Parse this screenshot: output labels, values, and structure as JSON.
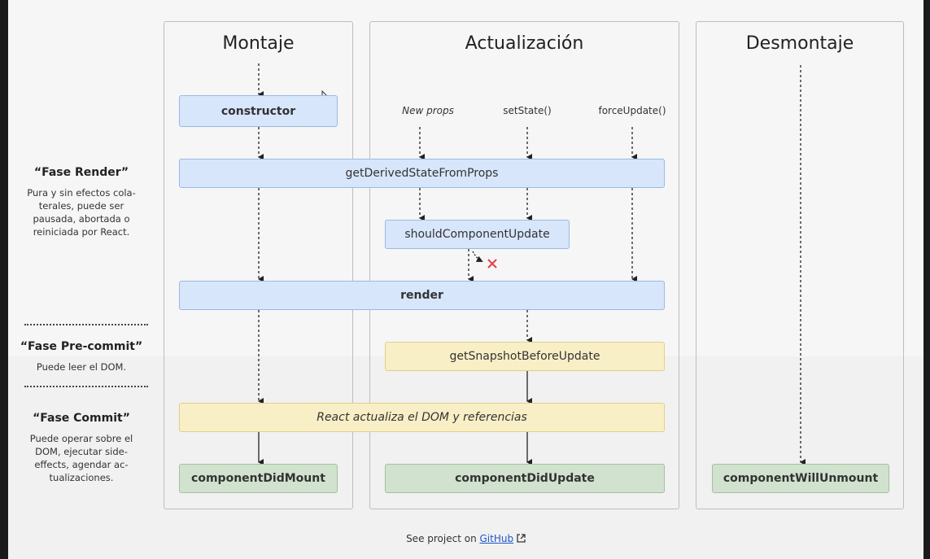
{
  "columns": {
    "mount": "Montaje",
    "update": "Actualización",
    "unmount": "Desmontaje"
  },
  "phases": {
    "render": {
      "title": "“Fase Render”",
      "desc": "Pura y sin efectos cola-\nterales, puede ser\npausada, abortada o\nreiniciada por React."
    },
    "precommit": {
      "title": "“Fase Pre-commit”",
      "desc": "Puede leer el DOM."
    },
    "commit": {
      "title": "“Fase Commit”",
      "desc": "Puede operar sobre el\nDOM, ejecutar side-\neffects, agendar ac-\ntualizaciones."
    }
  },
  "triggers": {
    "new_props": "New props",
    "set_state": "setState()",
    "force_update": "forceUpdate()"
  },
  "nodes": {
    "constructor": "constructor",
    "get_derived": "getDerivedStateFromProps",
    "should_update": "shouldComponentUpdate",
    "render": "render",
    "snapshot": "getSnapshotBeforeUpdate",
    "react_updates": "React actualiza el DOM y referencias",
    "did_mount": "componentDidMount",
    "did_update": "componentDidUpdate",
    "will_unmount": "componentWillUnmount"
  },
  "footer": {
    "text": "See project on",
    "link": "GitHub"
  },
  "colors": {
    "lifecycle_blue": "#d7e6fb",
    "snapshot_yellow": "#f9efc6",
    "commit_green": "#d1e2cf",
    "cancel_red": "#e0404a"
  }
}
